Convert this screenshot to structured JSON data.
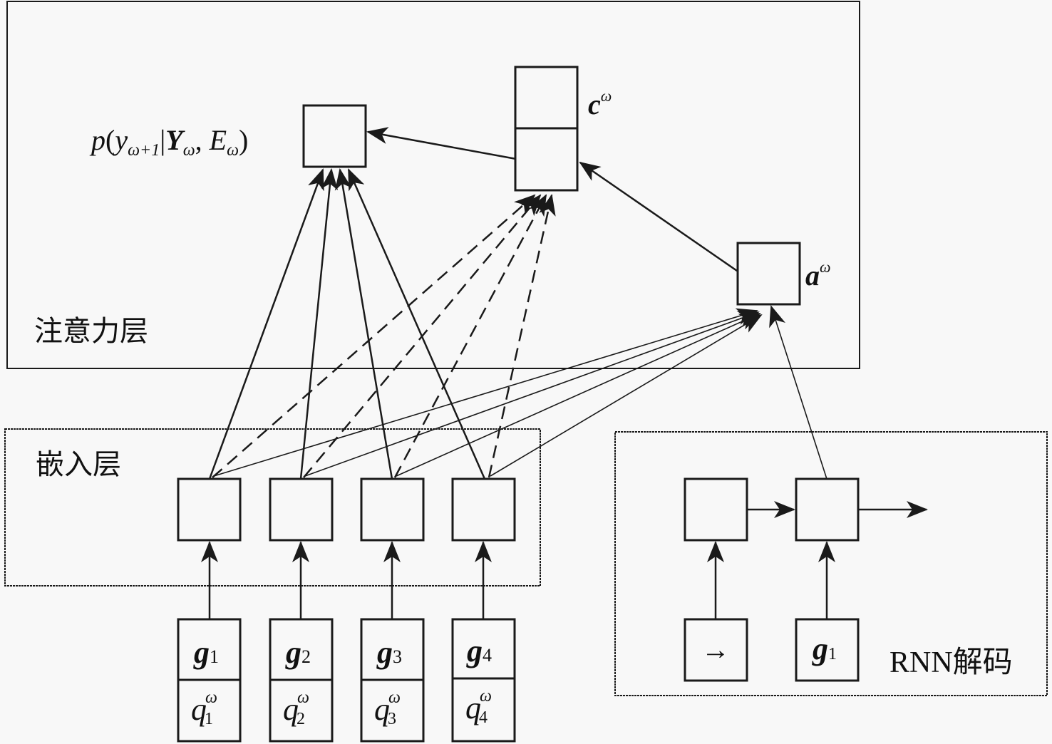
{
  "layers": {
    "attention": {
      "label": "注意力层"
    },
    "embedding": {
      "label": "嵌入层"
    },
    "rnn_decoder": {
      "label": "RNN解码"
    }
  },
  "nodes": {
    "output_prob": {
      "label_p": "p",
      "label_open": "(",
      "label_y": "y",
      "label_y_sub": "ω+1",
      "label_bar": "|",
      "label_Y": "Y",
      "label_Y_sub": "ω",
      "label_comma": ", ",
      "label_E": "E",
      "label_E_sub": "ω",
      "label_close": ")"
    },
    "context": {
      "symbol": "c",
      "superscript": "ω"
    },
    "attention_vector": {
      "symbol": "a",
      "superscript": "ω"
    },
    "inputs": [
      {
        "g_symbol": "g",
        "g_sub": "1",
        "q_symbol": "q",
        "q_sub": "1",
        "q_sup": "ω"
      },
      {
        "g_symbol": "g",
        "g_sub": "2",
        "q_symbol": "q",
        "q_sub": "2",
        "q_sup": "ω"
      },
      {
        "g_symbol": "g",
        "g_sub": "3",
        "q_symbol": "q",
        "q_sub": "3",
        "q_sup": "ω"
      },
      {
        "g_symbol": "g",
        "g_sub": "4",
        "q_symbol": "q",
        "q_sub": "4",
        "q_sup": "ω"
      }
    ],
    "rnn_inputs": [
      {
        "symbol": "→"
      },
      {
        "g_symbol": "g",
        "g_sub": "1"
      }
    ]
  },
  "colors": {
    "background": "#f8f8f8",
    "stroke": "#1a1a1a"
  }
}
